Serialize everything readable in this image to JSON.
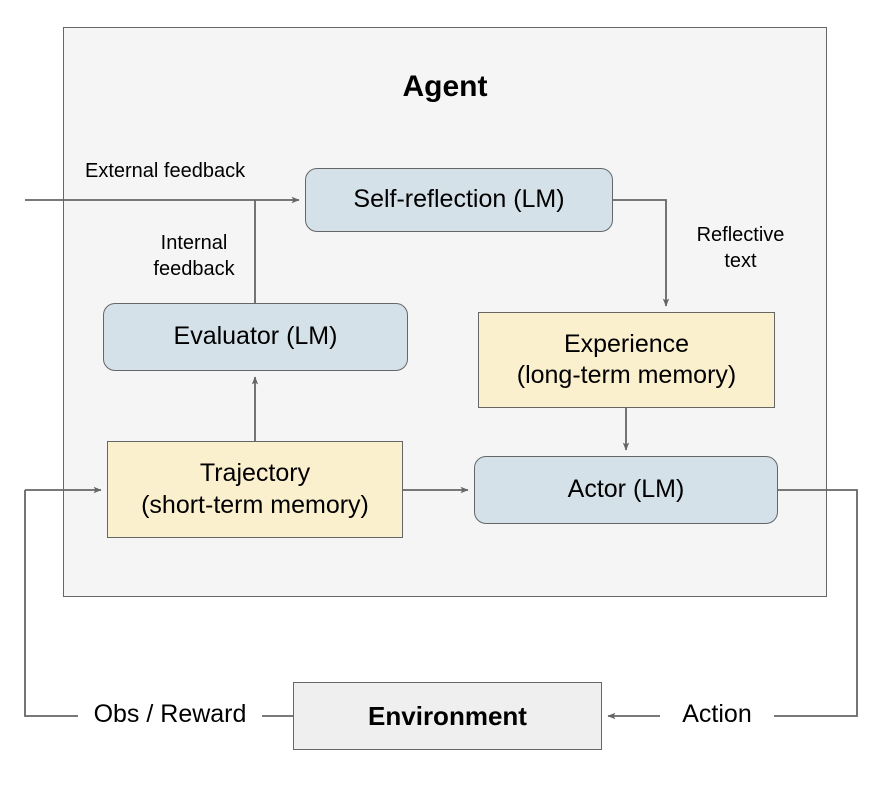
{
  "diagram": {
    "title": "Agent",
    "panel_label": "Agent",
    "nodes": {
      "self_reflection": "Self-reflection (LM)",
      "evaluator": "Evaluator (LM)",
      "experience_line1": "Experience",
      "experience_line2": "(long-term memory)",
      "trajectory_line1": "Trajectory",
      "trajectory_line2": "(short-term memory)",
      "actor": "Actor (LM)",
      "environment": "Environment"
    },
    "edge_labels": {
      "external_feedback": "External feedback",
      "internal_feedback": "Internal\nfeedback",
      "reflective_text": "Reflective\ntext"
    },
    "io_labels": {
      "obs_reward": "Obs / Reward",
      "action": "Action"
    },
    "colors": {
      "panel_fill": "#f5f5f5",
      "panel_stroke": "#666666",
      "lm_fill": "#d4e1e8",
      "memory_fill": "#fbf0cd",
      "env_fill": "#efefef",
      "edge_stroke": "#666666",
      "text": "#000000",
      "background": "#ffffff"
    }
  }
}
